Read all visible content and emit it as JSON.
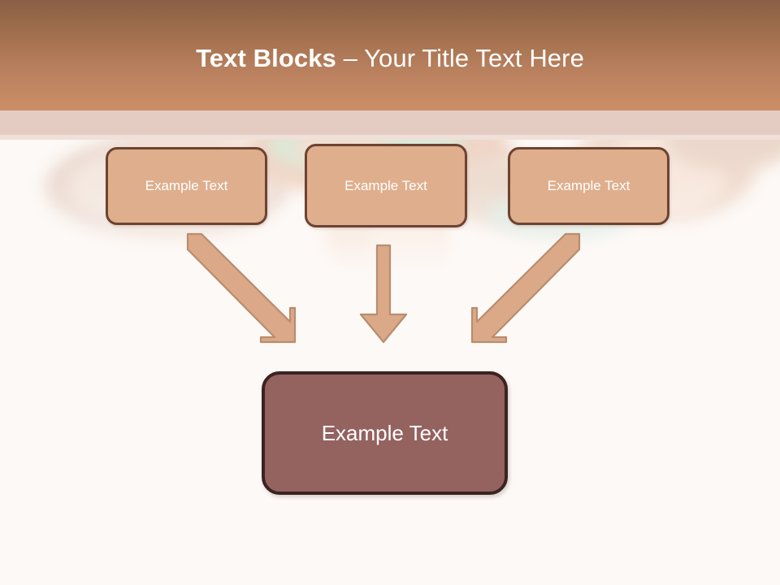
{
  "slide": {
    "background_color": "#FDF9F6",
    "header": {
      "gradient_from": "#8A5F45",
      "gradient_to": "#CA8F67",
      "band_color": "#E4CCC2",
      "title_bold": "Text Blocks",
      "title_separator": " – ",
      "title_rest": "Your Title Text Here",
      "title_color": "#FFFFFF"
    },
    "top_boxes": [
      {
        "label": "Example Text"
      },
      {
        "label": "Example Text"
      },
      {
        "label": "Example Text"
      }
    ],
    "main_box": {
      "label": "Example Text"
    },
    "colors": {
      "top_box_fill": "#DFAE8C",
      "top_box_border": "#6D4332",
      "main_box_fill": "#94625F",
      "main_box_border": "#3B2321",
      "arrow_fill": "#DBA987",
      "arrow_border": "#B58A6D"
    },
    "arrows": [
      {
        "name": "arrow-left-diagonal",
        "direction": "down-right"
      },
      {
        "name": "arrow-center-vertical",
        "direction": "down"
      },
      {
        "name": "arrow-right-diagonal",
        "direction": "down-left"
      }
    ]
  }
}
